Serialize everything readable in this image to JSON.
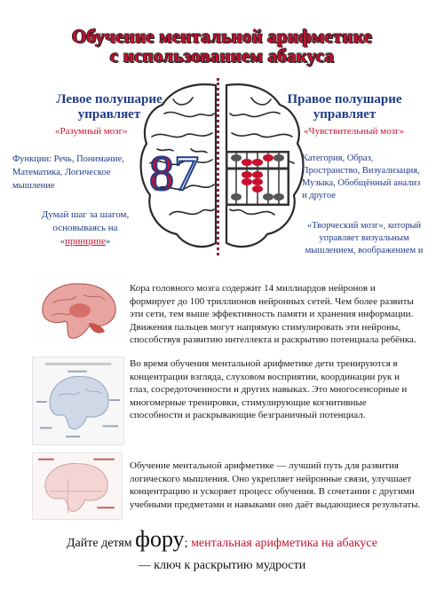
{
  "title": {
    "line1": "Обучение ментальной арифметике",
    "line2": "с использованием абакуса"
  },
  "left": {
    "heading": "Левое полушарие управляет",
    "tag": "«Разумный мозг»",
    "functions": "Функции: Речь, Понимание, Математика, Логическое мышление",
    "step_prefix": "Думай шаг за шагом, основываясь на «",
    "step_highlight": "принципе",
    "step_suffix": "»"
  },
  "right": {
    "heading": "Правое полушарие управляет",
    "tag": "«Чувствительный мозг»",
    "functions": "Категория, Образ, Пространство, Визуализация, Музыка, Обобщённый анализ и другое",
    "creative": "«Творческий мозг», который управляет визуальным мышлением, воображением и"
  },
  "center": {
    "number_first": "8",
    "number_second": "7"
  },
  "paragraphs": {
    "p1": "Кора головного мозга содержит 14 миллиардов нейронов и формирует до 100 триллионов нейронных сетей. Чем более развиты эти сети, тем выше эффективность памяти и хранения информации. Движения пальцев могут напрямую стимулировать эти нейроны, способствуя развитию интеллекта и раскрытию потенциала ребёнка.",
    "p2": "Во время обучения ментальной арифметике дети тренируются в концентрации взгляда, слуховом восприятии, координации рук и глаз, сосредоточенности и других навыках. Это многосенсорные и многомерные тренировки, стимулирующие когнитивные способности и раскрывающие безграничный потенциал.",
    "p3": "Обучение ментальной арифметике — лучший путь для развития логического мышления. Оно укрепляет нейронные связи, улучшает концентрацию и ускоряет процесс обучения. В сочетании с другими учебными предметами и навыками оно даёт выдающиеся результаты."
  },
  "slogan": {
    "prefix": "Дайте детям ",
    "big": "фору",
    "sep": "; ",
    "highlight": "ментальная арифметика на абакусе",
    "line2": "— ключ к раскрытию мудрости"
  },
  "colors": {
    "accent_red": "#c8102e",
    "text_blue": "#1f3c88",
    "divider": "#8a1f4a"
  }
}
